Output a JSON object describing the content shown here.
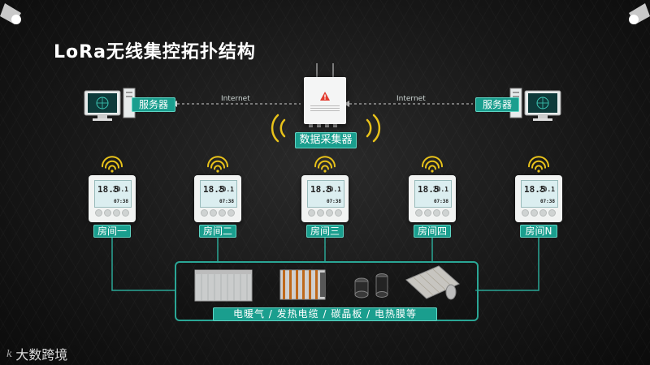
{
  "title": "LoRa无线集控拓扑结构",
  "server_left": {
    "label": "服务器"
  },
  "server_right": {
    "label": "服务器"
  },
  "internet_left": "Internet",
  "internet_right": "Internet",
  "collector": {
    "label": "数据采集器"
  },
  "rooms": [
    {
      "label": "房间一",
      "display": "18.5",
      "setpoint": "20.1",
      "sub": "07:38"
    },
    {
      "label": "房间二",
      "display": "18.5",
      "setpoint": "20.1",
      "sub": "07:38"
    },
    {
      "label": "房间三",
      "display": "18.5",
      "setpoint": "20.1",
      "sub": "07:38"
    },
    {
      "label": "房间四",
      "display": "18.5",
      "setpoint": "20.1",
      "sub": "07:38"
    },
    {
      "label": "房间N",
      "display": "18.5",
      "setpoint": "20.1",
      "sub": "07:38"
    }
  ],
  "heating": {
    "label": "电暖气 / 发热电缆 / 碳晶板 / 电热膜等"
  },
  "logo": {
    "text": "大数跨境",
    "mark": "k"
  },
  "colors": {
    "accent": "#1a9e8e",
    "line": "#2aa695",
    "wifi": "#e8c21a",
    "background": "#161616"
  }
}
